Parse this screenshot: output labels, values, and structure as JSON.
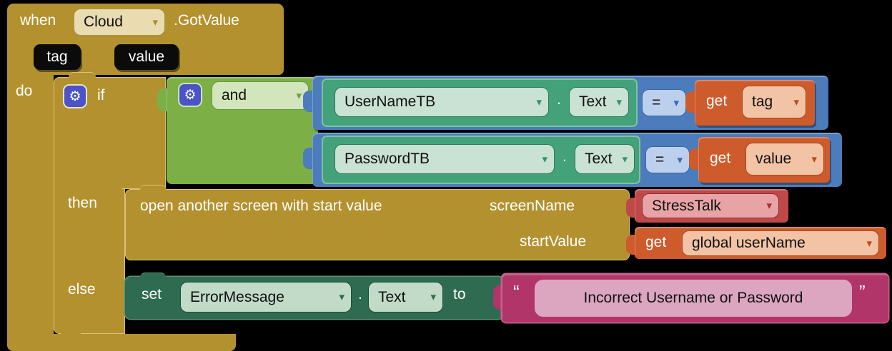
{
  "palette": {
    "event_gold": "#B3912F",
    "gold_highlight": "#D9C27A",
    "logic_green": "#7CAF45",
    "logic_green_light": "#D3E5BC",
    "math_blue": "#4C7CBB",
    "math_blue_light": "#BCD0EE",
    "component_teal": "#43A27A",
    "component_teal_light": "#C9E2D4",
    "variable_orange": "#CD5B2C",
    "variable_orange_light": "#F2C3A4",
    "control_red": "#BF4949",
    "control_red_light": "#E7A3A6",
    "setter_green": "#2E6B51",
    "setter_green_light": "#C2DBC9",
    "text_pink": "#B23569",
    "text_pink_light": "#DCA6C1",
    "gear_blue": "#4A53C8",
    "param_black": "#0B0B0B"
  },
  "when_block": {
    "keyword": "when",
    "component": "Cloud",
    "event": ".GotValue",
    "param_tag": "tag",
    "param_value": "value",
    "do_label": "do"
  },
  "if_block": {
    "if_label": "if",
    "then_label": "then",
    "else_label": "else",
    "gear_icon": "⚙"
  },
  "and_block": {
    "operator": "and",
    "gear_icon": "⚙"
  },
  "cond_username": {
    "component": "UserNameTB",
    "dot": ".",
    "property": "Text",
    "operator": "=",
    "get_label": "get",
    "variable": "tag"
  },
  "cond_password": {
    "component": "PasswordTB",
    "dot": ".",
    "property": "Text",
    "operator": "=",
    "get_label": "get",
    "variable": "value"
  },
  "open_screen_block": {
    "label": "open another screen with start value",
    "screen_name_label": "screenName",
    "start_value_label": "startValue",
    "screen_name": "StressTalk",
    "get_label": "get",
    "variable": "global userName"
  },
  "set_block": {
    "set_label": "set",
    "component": "ErrorMessage",
    "dot": ".",
    "property": "Text",
    "to_label": "to",
    "open_quote": "“",
    "close_quote": "”",
    "text": "Incorrect Username or Password"
  },
  "caret_icon": "▾"
}
